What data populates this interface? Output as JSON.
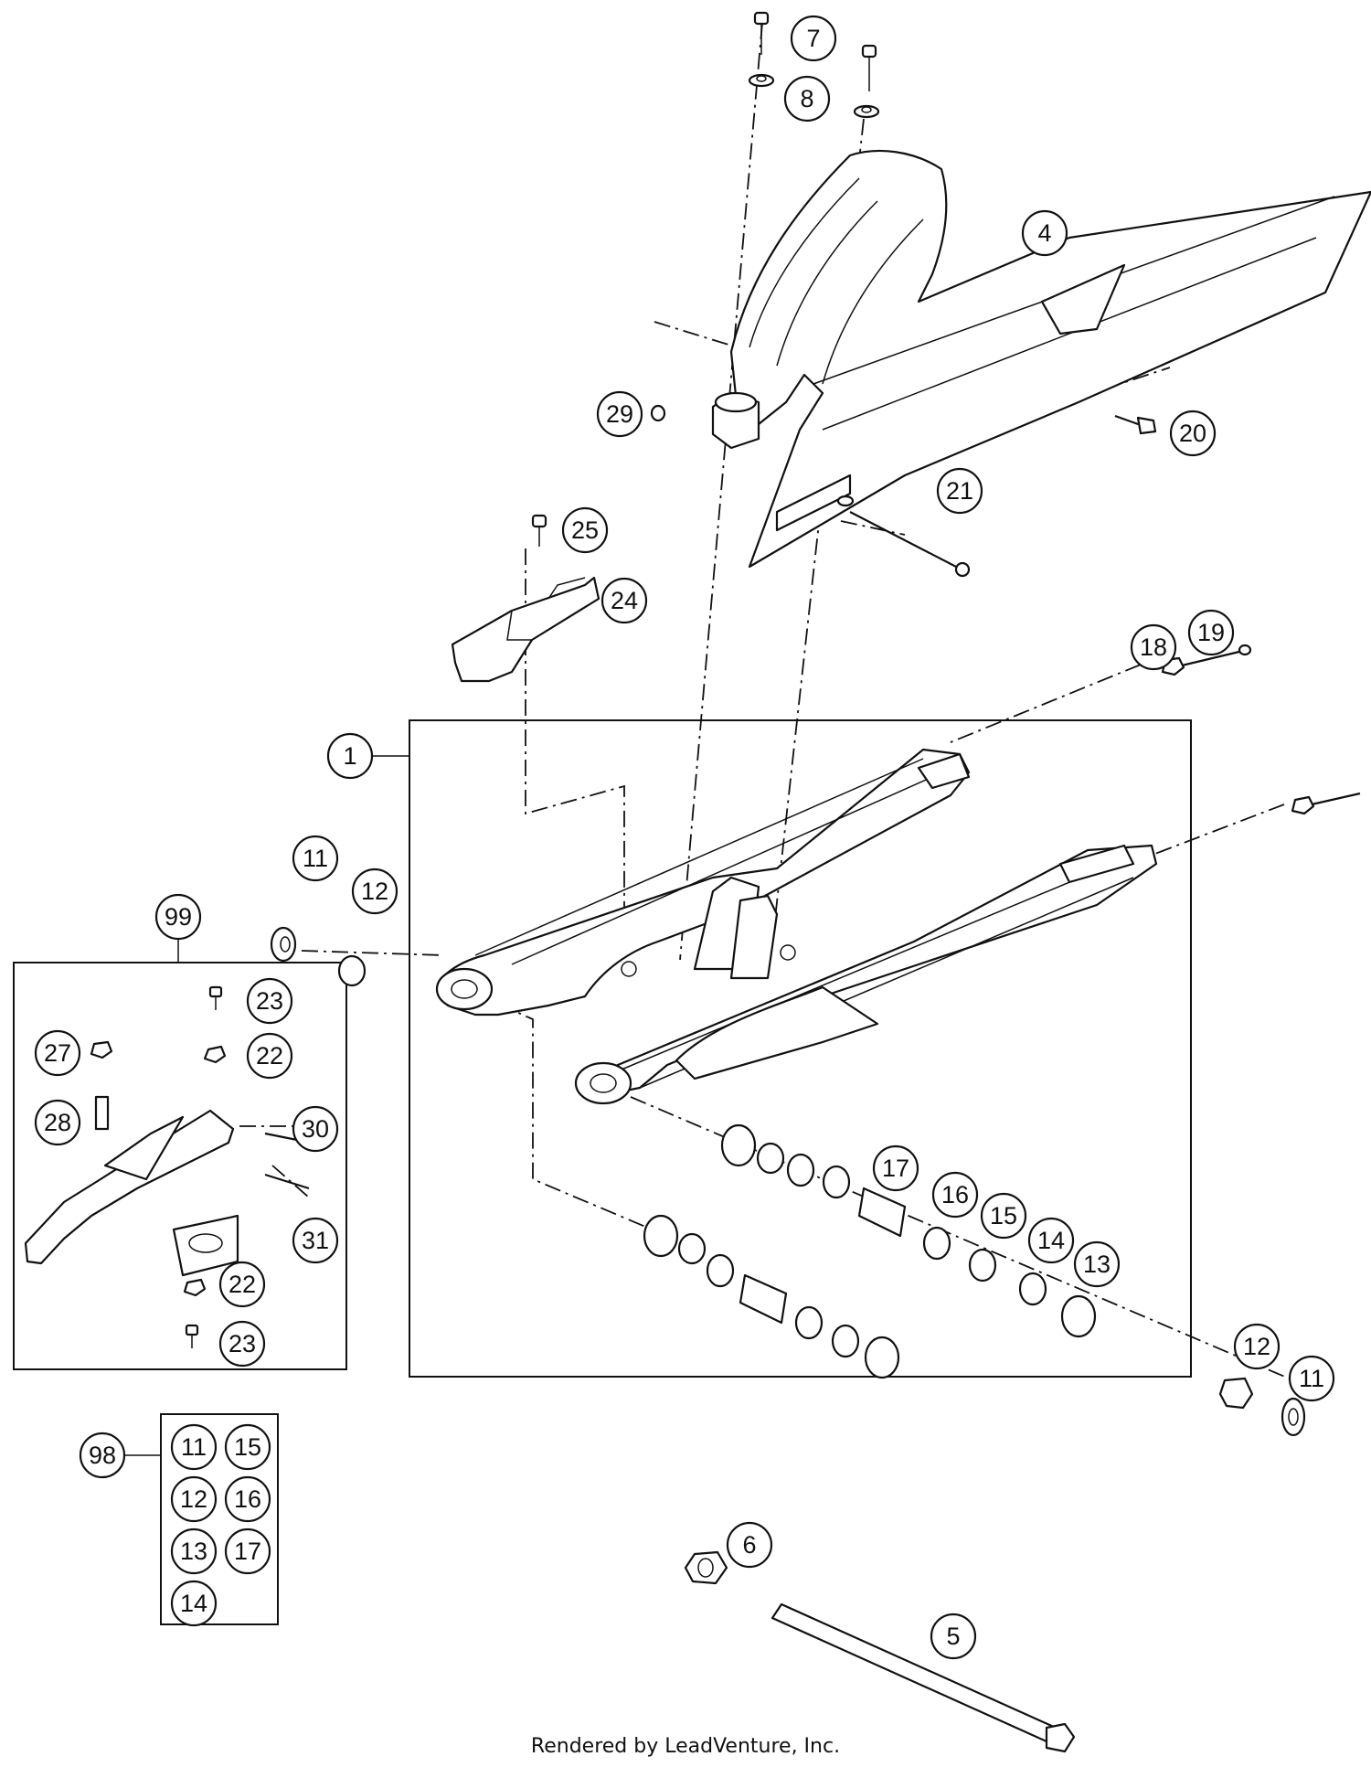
{
  "diagram": {
    "callouts": {
      "c7": "7",
      "c8": "8",
      "c4": "4",
      "c29": "29",
      "c20": "20",
      "c21": "21",
      "c25": "25",
      "c24": "24",
      "c18": "18",
      "c19": "19",
      "c1": "1",
      "c11a": "11",
      "c12a": "12",
      "c99": "99",
      "c23a": "23",
      "c27": "27",
      "c22a": "22",
      "c28": "28",
      "c30": "30",
      "c31": "31",
      "c22b": "22",
      "c23b": "23",
      "c17": "17",
      "c16": "16",
      "c15": "15",
      "c14": "14",
      "c13": "13",
      "c12b": "12",
      "c11b": "11",
      "c98": "98",
      "k11": "11",
      "k15": "15",
      "k12": "12",
      "k16": "16",
      "k13": "13",
      "k17": "17",
      "k14": "14",
      "c6": "6",
      "c5": "5"
    },
    "footer": "Rendered by LeadVenture, Inc."
  }
}
